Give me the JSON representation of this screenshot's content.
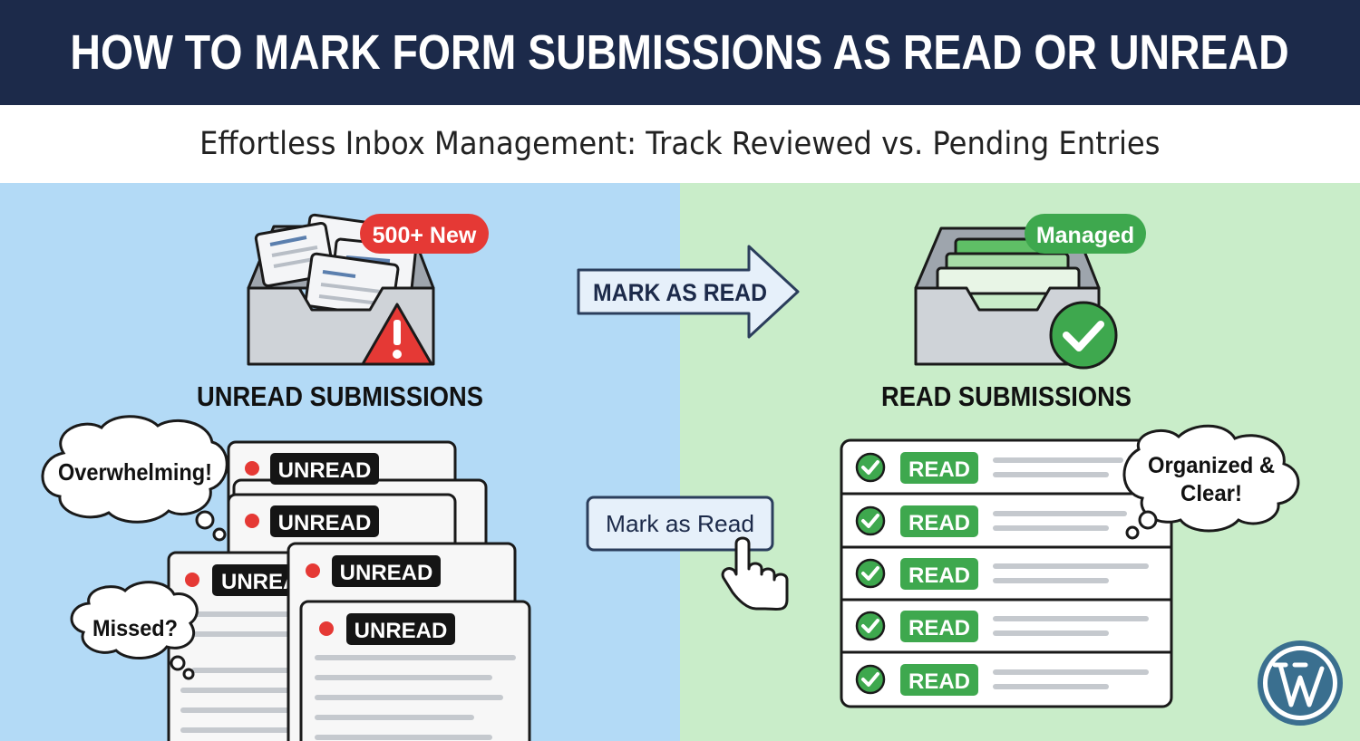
{
  "header": {
    "title": "HOW TO MARK FORM SUBMISSIONS AS READ OR UNREAD"
  },
  "subheader": {
    "subtitle": "Effortless Inbox Management: Track Reviewed vs. Pending Entries"
  },
  "left": {
    "badge": "500+ New",
    "heading": "UNREAD SUBMISSIONS",
    "bubble_overwhelmed": "Overwhelming!",
    "bubble_missed": "Missed?",
    "tag_unread": "UNREAD",
    "tag_unread_clipped": "UNREA"
  },
  "middle": {
    "arrow_label": "MARK AS READ",
    "button_label": "Mark as Read"
  },
  "right": {
    "badge": "Managed",
    "heading": "READ SUBMISSIONS",
    "tag_read": "READ",
    "bubble_line1": "Organized &",
    "bubble_line2": "Clear!"
  },
  "colors": {
    "navy": "#1c2a4a",
    "left_bg": "#b3daf6",
    "right_bg": "#c9edc9",
    "red": "#e53935",
    "green": "#3ea84e",
    "dark_tag": "#151515",
    "tray_gray": "#cfd3d8",
    "wp_blue": "#3a6f8f"
  },
  "icons": [
    "warning-icon",
    "check-circle-icon",
    "check-icon",
    "hand-pointer-icon",
    "wordpress-logo-icon"
  ]
}
